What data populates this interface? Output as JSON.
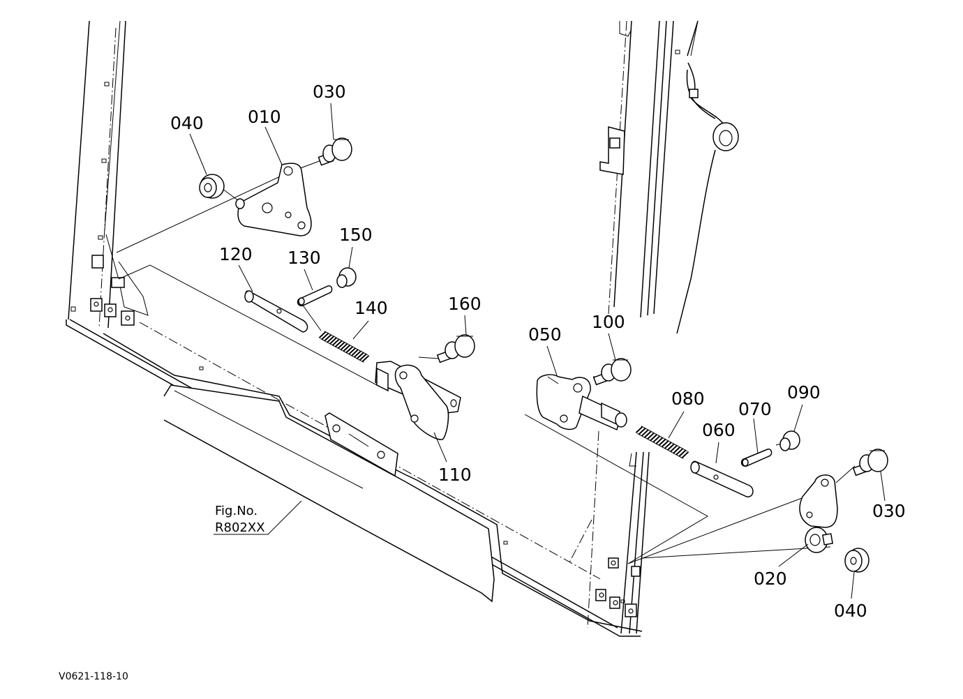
{
  "callouts": {
    "c030a": "030",
    "c040a": "040",
    "c010": "010",
    "c150": "150",
    "c120": "120",
    "c130": "130",
    "c140": "140",
    "c160": "160",
    "c110": "110",
    "c050": "050",
    "c100": "100",
    "c080": "080",
    "c070": "070",
    "c090": "090",
    "c060": "060",
    "c030b": "030",
    "c020": "020",
    "c040b": "040"
  },
  "figure_ref": {
    "line1": "Fig.No.",
    "line2": "R802XX"
  },
  "drawing_code": "V0621-118-10"
}
